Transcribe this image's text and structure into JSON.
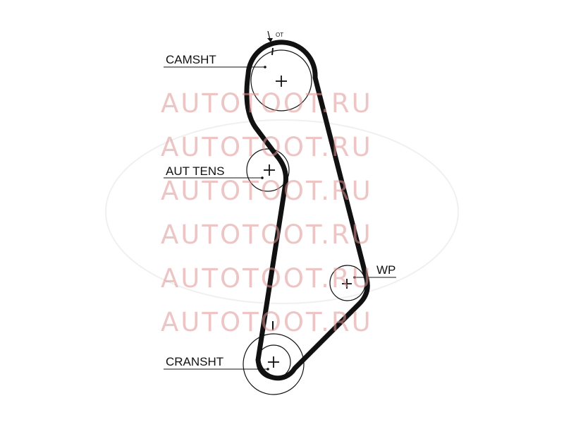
{
  "diagram": {
    "labels": {
      "camshaft": "CAMSHT",
      "tensioner": "AUT TENS",
      "water_pump": "WP",
      "crankshaft": "CRANSHT",
      "timing_mark": "OT"
    }
  },
  "watermark": {
    "text": "AUTOTOOT.RU",
    "color": "#e59999"
  }
}
